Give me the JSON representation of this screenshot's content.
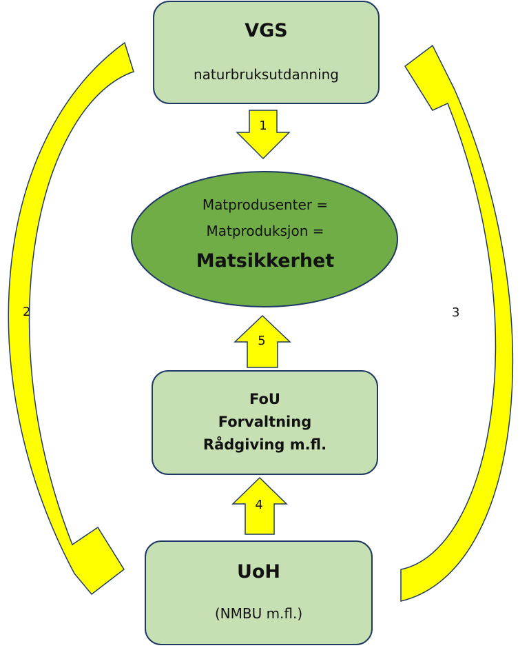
{
  "nodes": {
    "vgs": {
      "title": "VGS",
      "subtitle": "naturbruksutdanning"
    },
    "center": {
      "line1": "Matprodusenter =",
      "line2": "Matproduksjon =",
      "line3": "Matsikkerhet"
    },
    "fou": {
      "line1": "FoU",
      "line2": "Forvaltning",
      "line3": "Rådgiving m.fl."
    },
    "uoh": {
      "title": "UoH",
      "subtitle": "(NMBU m.fl.)"
    }
  },
  "arrows": {
    "a1": "1",
    "a2": "2",
    "a3": "3",
    "a4": "4",
    "a5": "5"
  },
  "colors": {
    "box_fill": "#c6e0b4",
    "ellipse_fill": "#70ad47",
    "arrow_fill": "#ffff00",
    "outline": "#1f3864"
  }
}
